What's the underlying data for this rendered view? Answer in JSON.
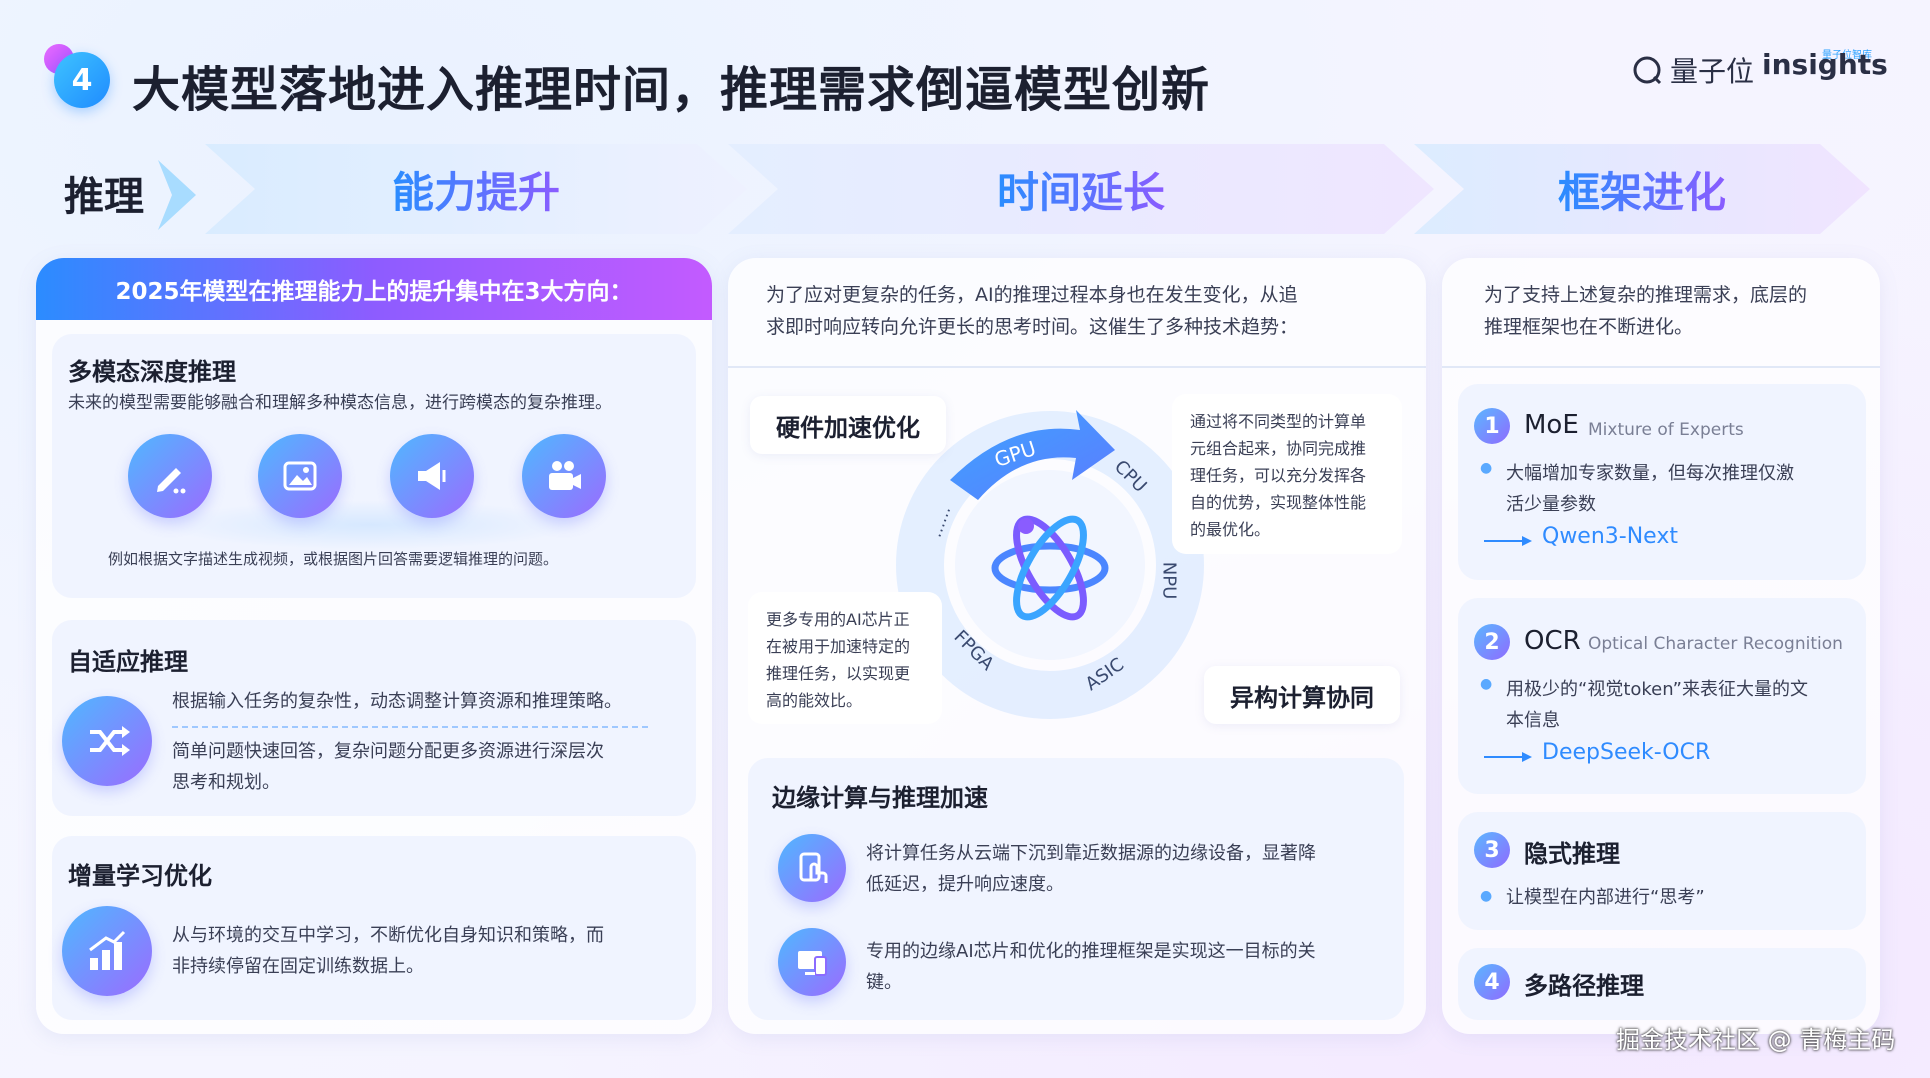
{
  "header": {
    "number": "4",
    "title": "大模型落地进入推理时间，推理需求倒逼模型创新",
    "logo_qbit": "量子位",
    "logo_insights": "insights",
    "logo_small": "量子位智库"
  },
  "banner": {
    "label": "推理",
    "stages": [
      "能力提升",
      "时间延长",
      "框架进化"
    ]
  },
  "left": {
    "header": "2025年模型在推理能力上的提升集中在3大方向：",
    "multimodal": {
      "title": "多模态深度推理",
      "desc": "未来的模型需要能够融合和理解多种模态信息，进行跨模态的复杂推理。",
      "caption": "例如根据文字描述生成视频，或根据图片回答需要逻辑推理的问题。"
    },
    "adaptive": {
      "title": "自适应推理",
      "line1": "根据输入任务的复杂性，动态调整计算资源和推理策略。",
      "line2a": "简单问题快速回答，复杂问题分配更多资源进行深层次",
      "line2b": "思考和规划。"
    },
    "incremental": {
      "title": "增量学习优化",
      "line1": "从与环境的交互中学习，不断优化自身知识和策略，而",
      "line2": "非持续停留在固定训练数据上。"
    }
  },
  "middle": {
    "intro1": "为了应对更复杂的任务，AI的推理过程本身也在发生变化，从追",
    "intro2": "求即时响应转向允许更长的思考时间。这催生了多种技术趋势：",
    "hardware": "硬件加速优化",
    "hetero": "异构计算协同",
    "note_right": [
      "通过将不同类型的计算单",
      "元组合起来，协同完成推",
      "理任务，可以充分发挥各",
      "自的优势，实现整体性能",
      "的最优化。"
    ],
    "note_left": [
      "更多专用的AI芯片正",
      "在被用于加速特定的",
      "推理任务，以实现更",
      "高的能效比。"
    ],
    "chips": {
      "gpu": "GPU",
      "cpu": "CPU",
      "npu": "NPU",
      "asic": "ASIC",
      "fpga": "FPGA",
      "dots": "……"
    },
    "edge": {
      "title": "边缘计算与推理加速",
      "item1a": "将计算任务从云端下沉到靠近数据源的边缘设备，显著降",
      "item1b": "低延迟，提升响应速度。",
      "item2a": "专用的边缘AI芯片和优化的推理框架是实现这一目标的关",
      "item2b": "键。"
    }
  },
  "right": {
    "intro1": "为了支持上述复杂的推理需求，底层的",
    "intro2": "推理框架也在不断进化。",
    "items": [
      {
        "num": "1",
        "name": "MoE",
        "sub": "Mixture of Experts",
        "b1": "大幅增加专家数量，但每次推理仅激",
        "b2": "活少量参数",
        "link": "Qwen3-Next"
      },
      {
        "num": "2",
        "name": "OCR",
        "sub": "Optical Character Recognition",
        "b1": "用极少的“视觉token”来表征大量的文",
        "b2": "本信息",
        "link": "DeepSeek-OCR"
      },
      {
        "num": "3",
        "name": "隐式推理",
        "b1": "让模型在内部进行“思考”"
      },
      {
        "num": "4",
        "name": "多路径推理"
      }
    ]
  },
  "watermark": "掘金技术社区 @ 青梅主码"
}
